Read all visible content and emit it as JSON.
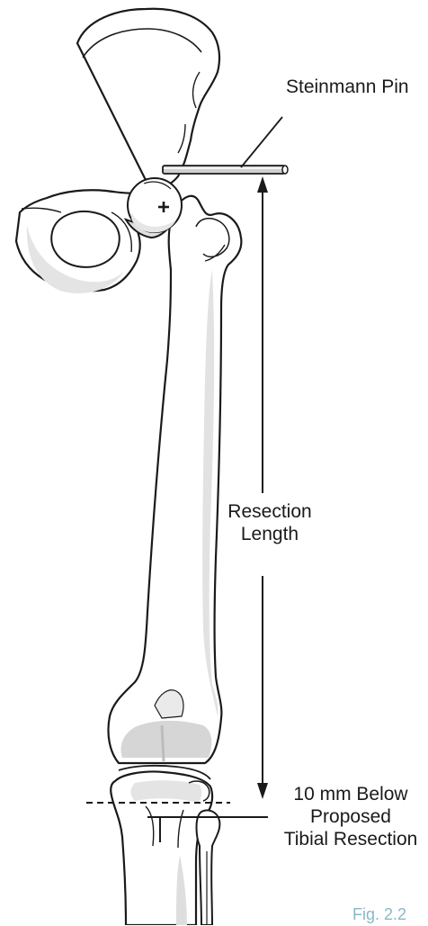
{
  "labels": {
    "pin": "Steinmann Pin",
    "resection_line1": "Resection",
    "resection_line2": "Length",
    "below_line1": "10 mm Below",
    "below_line2": "Proposed",
    "below_line3": "Tibial Resection",
    "figure": "Fig. 2.2"
  },
  "colors": {
    "outline": "#1a1a1a",
    "bone_fill": "#ffffff",
    "shadow": "#d8d8d8",
    "figure_label": "#8ab8c4"
  }
}
